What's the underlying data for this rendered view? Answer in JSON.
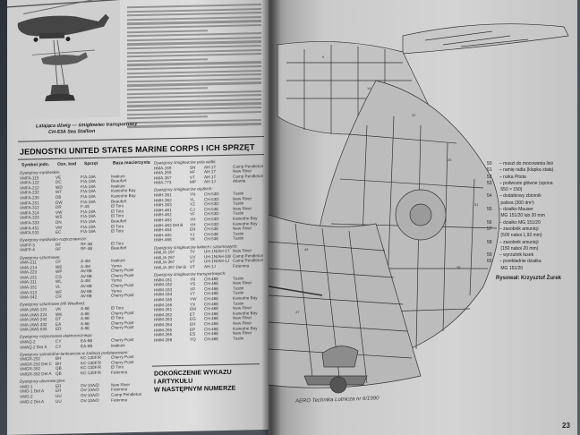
{
  "left_page": {
    "photo_caption": [
      "Latająca dźwig — śmigłowiec transportowy",
      "CH-53A Sea Stallion"
    ],
    "section_heading": "JEDNOSTKI UNITED STATES MARINE CORPS I ICH SPRZĘT",
    "column_headers": [
      "Symbol jedn.",
      "Ozn. kod",
      "Sprzęt",
      "Baza macierzysta"
    ],
    "closing_note": [
      "DOKOŃCZENIE WYKAZU",
      "I ARTYKUŁU",
      "W NASTĘPNYM NUMERZE"
    ],
    "groups": [
      {
        "title": "Dywizjony myśliwskie:",
        "rows": [
          [
            "VMFA-115",
            "VE",
            "F/A-18A",
            "Iwakuni"
          ],
          [
            "VMFA-122",
            "DC",
            "F/A-18A",
            "Beaufort"
          ],
          [
            "VMFA-212",
            "WD",
            "F/A-18A",
            "Iwakuni"
          ],
          [
            "VMFA-232",
            "WT",
            "F/A-18A",
            "Kaneohe Bay"
          ],
          [
            "VMFA-235",
            "DB",
            "F/A-18A",
            "Kaneohe Bay"
          ],
          [
            "VMFA-251",
            "DW",
            "F/A-18A",
            "Beaufort"
          ],
          [
            "VMFA-312",
            "DR",
            "F-4S",
            "El Toro"
          ],
          [
            "VMFA-314",
            "VW",
            "F/A-18A",
            "El Toro"
          ],
          [
            "VMFA-323",
            "WS",
            "F/A-18A",
            "El Toro"
          ],
          [
            "VMFA-333",
            "DN",
            "F/A-18A",
            "Beaufort"
          ],
          [
            "VMFA-451",
            "VM",
            "F/A-18A",
            "El Toro"
          ],
          [
            "VMFA-531",
            "EC",
            "F/A-18A",
            "El Toro"
          ]
        ]
      },
      {
        "title": "Dywizjony myśliwsko-rozpoznawcze:",
        "rows": [
          [
            "VMFP-3",
            "RF",
            "RF-4B",
            "El Toro"
          ],
          [
            "VMFP-4",
            "RF",
            "RF-4B",
            "Beaufort"
          ]
        ]
      },
      {
        "title": "Dywizjony szturmowe:",
        "rows": [
          [
            "VMA-211",
            "CF",
            "A-4M",
            "Iwakuni"
          ],
          [
            "VMA-214",
            "WE",
            "A-4M",
            "Yuma"
          ],
          [
            "VMA-223",
            "WP",
            "AV-8B",
            "Cherry Point"
          ],
          [
            "VMA-231",
            "CG",
            "AV-8B",
            "Cherry Point"
          ],
          [
            "VMA-311",
            "WL",
            "A-4M",
            "Yuma"
          ],
          [
            "VMA-331",
            "VL",
            "AV-8B",
            "Cherry Point"
          ],
          [
            "VMA-513",
            "WF",
            "AV-8B",
            "Yuma"
          ],
          [
            "VMA-542",
            "CR",
            "AV-8B",
            "Cherry Point"
          ]
        ]
      },
      {
        "title": "Dywizjony szturmowe (All Weather):",
        "rows": [
          [
            "VMA (AW)-121",
            "VK",
            "A-6E",
            "El Toro"
          ],
          [
            "VMA (AW)-224",
            "WK",
            "A-6E",
            "Cherry Point"
          ],
          [
            "VMA (AW)-242",
            "DT",
            "A-6E",
            "El Toro"
          ],
          [
            "VMA (AW)-332",
            "EA",
            "A-6E",
            "Cherry Point"
          ],
          [
            "VMA (AW)-533",
            "ED",
            "A-6E",
            "Cherry Point"
          ]
        ]
      },
      {
        "title": "Dywizjony rozpoznania elektronicznego:",
        "rows": [
          [
            "VMAQ-2",
            "CY",
            "EA-6B",
            "Cherry Point"
          ],
          [
            "VMAQ-2 Det X",
            "CY",
            "EA-6B",
            "Iwakuni"
          ]
        ]
      },
      {
        "title": "Dywizjony samolotów-tankowców w zadaniu podstawowym:",
        "rows": [
          [
            "VMGR-252",
            "BH",
            "KC-130F/R",
            "Cherry Point"
          ],
          [
            "VMGR-252 Det C",
            "BH",
            "KC-130F/R",
            "Cherry Point"
          ],
          [
            "VMGR-352",
            "QB",
            "KC-130F/R",
            "El Toro"
          ],
          [
            "VMGR-352 Det A",
            "QB",
            "KC-130F/R",
            "Futenma"
          ]
        ]
      },
      {
        "title": "Dywizjony obserwacyjne:",
        "rows": [
          [
            "VMO-1",
            "ER",
            "OV-10A/D",
            "New River"
          ],
          [
            "VMO-1 Det A",
            "ER",
            "OV-10A/D",
            "Futenma"
          ],
          [
            "VMO-2",
            "UU",
            "OV-10A/D",
            "Camp Pendleton"
          ],
          [
            "VMO-2 Det A",
            "UU",
            "OV-10A/D",
            "Futenma"
          ]
        ]
      }
    ]
  },
  "mid_page": {
    "groups": [
      {
        "title": "Dywizjony śmigłowców pola walki:",
        "rows": [
          [
            "HMA-169",
            "SN",
            "AH-1T",
            "Camp Pendleton"
          ],
          [
            "HMA-269",
            "HF",
            "AH-1T",
            "New River"
          ],
          [
            "HMA-367",
            "VT",
            "AH-1T",
            "Camp Pendleton"
          ],
          [
            "HMA-773",
            "MP",
            "AH-1J",
            "Atlanta"
          ]
        ]
      },
      {
        "title": "Dywizjony śmigłowców ciężkich:",
        "rows": [
          [
            "HMH-361",
            "YN",
            "CH-53D",
            "Tustin"
          ],
          [
            "HMH-362",
            "YL",
            "CH-53D",
            "New River"
          ],
          [
            "HMH-363",
            "YZ",
            "CH-53D",
            "Tustin"
          ],
          [
            "HMH-461",
            "CJ",
            "CH-53E",
            "New River"
          ],
          [
            "HMH-462",
            "YF",
            "CH-53D",
            "Tustin"
          ],
          [
            "HMH-463",
            "YH",
            "CH-53D",
            "Kaneohe Bay"
          ],
          [
            "HMH-463 Det B",
            "YH",
            "CH-53D",
            "Kaneohe Bay"
          ],
          [
            "HMH-464",
            "EN",
            "CH-53E",
            "New River"
          ],
          [
            "HMH-465",
            "YJ",
            "CH-53E",
            "Tustin"
          ],
          [
            "HMH-466",
            "YK",
            "CH-53E",
            "Tustin"
          ]
        ]
      },
      {
        "title": "Dywizjony śmigłowców lekkich i szturmowych:",
        "rows": [
          [
            "HML/A-167",
            "TV",
            "UH-1N/AH-1T",
            "New River"
          ],
          [
            "HML/A-267",
            "UV",
            "UH-1N/AH-1W",
            "Camp Pendleton"
          ],
          [
            "HML/A-367",
            "VT",
            "UH-1N/AH-1J",
            "Camp Pendleton"
          ],
          [
            "HML/A-367 Det B",
            "VT",
            "AH-1J",
            "Futenma"
          ]
        ]
      },
      {
        "title": "Dywizjony śmigłowców transportowych:",
        "rows": [
          [
            "HMM-161",
            "YR",
            "CH-46E",
            "Tustin"
          ],
          [
            "HMM-162",
            "YS",
            "CH-46E",
            "New River"
          ],
          [
            "HMM-163",
            "YP",
            "CH-46E",
            "Tustin"
          ],
          [
            "HMM-164",
            "YT",
            "CH-46E",
            "Tustin"
          ],
          [
            "HMM-165",
            "YW",
            "CH-46E",
            "Kaneohe Bay"
          ],
          [
            "HMM-166",
            "YX",
            "CH-46E",
            "Tustin"
          ],
          [
            "HMM-261",
            "EM",
            "CH-46E",
            "New River"
          ],
          [
            "HMM-262",
            "ET",
            "CH-46E",
            "Kaneohe Bay"
          ],
          [
            "HMM-263",
            "EG",
            "CH-46E",
            "New River"
          ],
          [
            "HMM-264",
            "EH",
            "CH-46E",
            "New River"
          ],
          [
            "HMM-265",
            "EP",
            "CH-46E",
            "Kaneohe Bay"
          ],
          [
            "HMM-266",
            "ES",
            "CH-46E",
            "New River"
          ],
          [
            "HMM-268",
            "YQ",
            "CH-46E",
            "Tustin"
          ]
        ]
      }
    ],
    "footer": "AERO Technika Lotnicza nr 6/1990"
  },
  "right_page": {
    "legend": [
      [
        "50",
        "– maszt do mocowania linii"
      ],
      [
        "51",
        "– ramię radia (klapka stała)"
      ],
      [
        "52",
        "– rurka Pitota"
      ],
      [
        "53",
        "– podwozie główne (opona"
      ],
      [
        "",
        "   650 × 150)"
      ],
      [
        "54",
        "– dodatkowy zbiornik"
      ],
      [
        "",
        "   paliwa (300 dm³)"
      ],
      [
        "55",
        "– działko Mauser"
      ],
      [
        "",
        "   MG 151/20 lub 20 mm"
      ],
      [
        "56",
        "– działko MG 151/20"
      ],
      [
        "57",
        "– zasobnik amunicji"
      ],
      [
        "",
        "   (500 naboi 1,92 mm)"
      ],
      [
        "58",
        "– zasobnik amunicji"
      ],
      [
        "",
        "   (150 naboi 20 mm)"
      ],
      [
        "59",
        "– wyrzutnik łusek"
      ],
      [
        "60",
        "– przekładnie działka"
      ],
      [
        "",
        "   MG 151/20"
      ]
    ],
    "drawn_by": "Rysował: Krzysztof Żurek",
    "page_number": "23"
  }
}
